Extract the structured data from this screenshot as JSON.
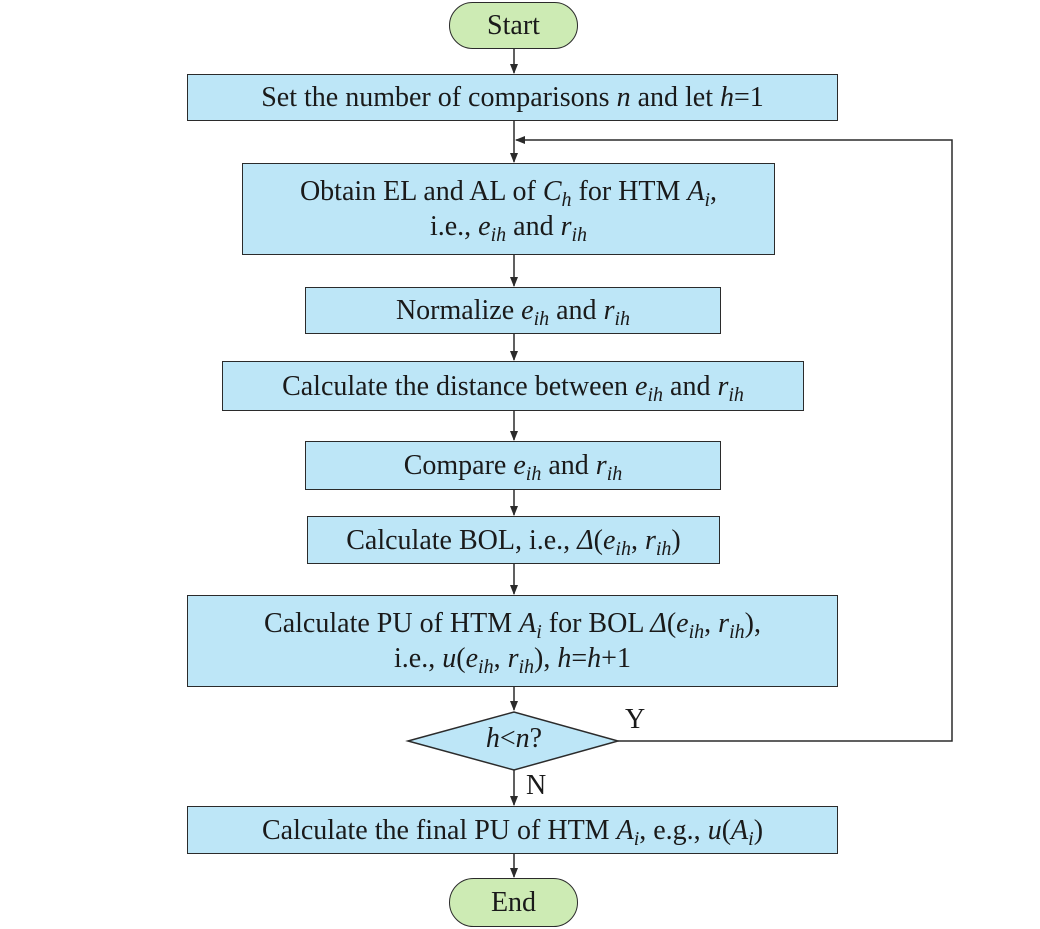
{
  "flowchart": {
    "start": "Start",
    "end": "End",
    "step1": {
      "a": "Set the number of comparisons ",
      "n": "n",
      "b": " and let ",
      "h": "h",
      "c": "=1"
    },
    "step2": {
      "a": "Obtain EL and AL of ",
      "C": "C",
      "Csub": "h",
      "b": " for HTM ",
      "A": "A",
      "Asub": "i",
      "c": ",",
      "d": "i.e., ",
      "e": "e",
      "esub": "ih",
      "f": " and ",
      "r": "r",
      "rsub": "ih"
    },
    "step3": {
      "a": "Normalize ",
      "e": "e",
      "esub": "ih",
      "b": " and ",
      "r": "r",
      "rsub": "ih"
    },
    "step4": {
      "a": "Calculate the distance between ",
      "e": "e",
      "esub": "ih",
      "b": " and ",
      "r": "r",
      "rsub": "ih"
    },
    "step5": {
      "a": "Compare ",
      "e": "e",
      "esub": "ih",
      "b": " and ",
      "r": "r",
      "rsub": "ih"
    },
    "step6": {
      "a": "Calculate BOL, i.e., ",
      "d": "Δ",
      "b": "(",
      "e": "e",
      "esub": "ih",
      "c": ", ",
      "r": "r",
      "rsub": "ih",
      "f": ")"
    },
    "step7": {
      "a": "Calculate PU of HTM ",
      "A": "A",
      "Asub": "i",
      "b": " for BOL ",
      "d": "Δ",
      "c": "(",
      "e": "e",
      "esub": "ih",
      "sep": ", ",
      "r": "r",
      "rsub": "ih",
      "f": "),",
      "g": "i.e., ",
      "u": "u",
      "h": "(",
      "e2": "e",
      "e2sub": "ih",
      "sep2": ", ",
      "r2": "r",
      "r2sub": "ih",
      "k": "), ",
      "hv": "h",
      "eq": "=",
      "hv2": "h",
      "plus": "+1"
    },
    "decision": {
      "h": "h",
      "lt": "<",
      "n": "n",
      "q": "?"
    },
    "yes_label": "Y",
    "no_label": "N",
    "step8": {
      "a": "Calculate the final PU of HTM ",
      "A": "A",
      "Asub": "i",
      "b": ", e.g., ",
      "u": "u",
      "c": "(",
      "A2": "A",
      "A2sub": "i",
      "d": ")"
    }
  },
  "colors": {
    "process": "#bde6f7",
    "terminal": "#cdebb4",
    "stroke": "#2b2b2b"
  }
}
